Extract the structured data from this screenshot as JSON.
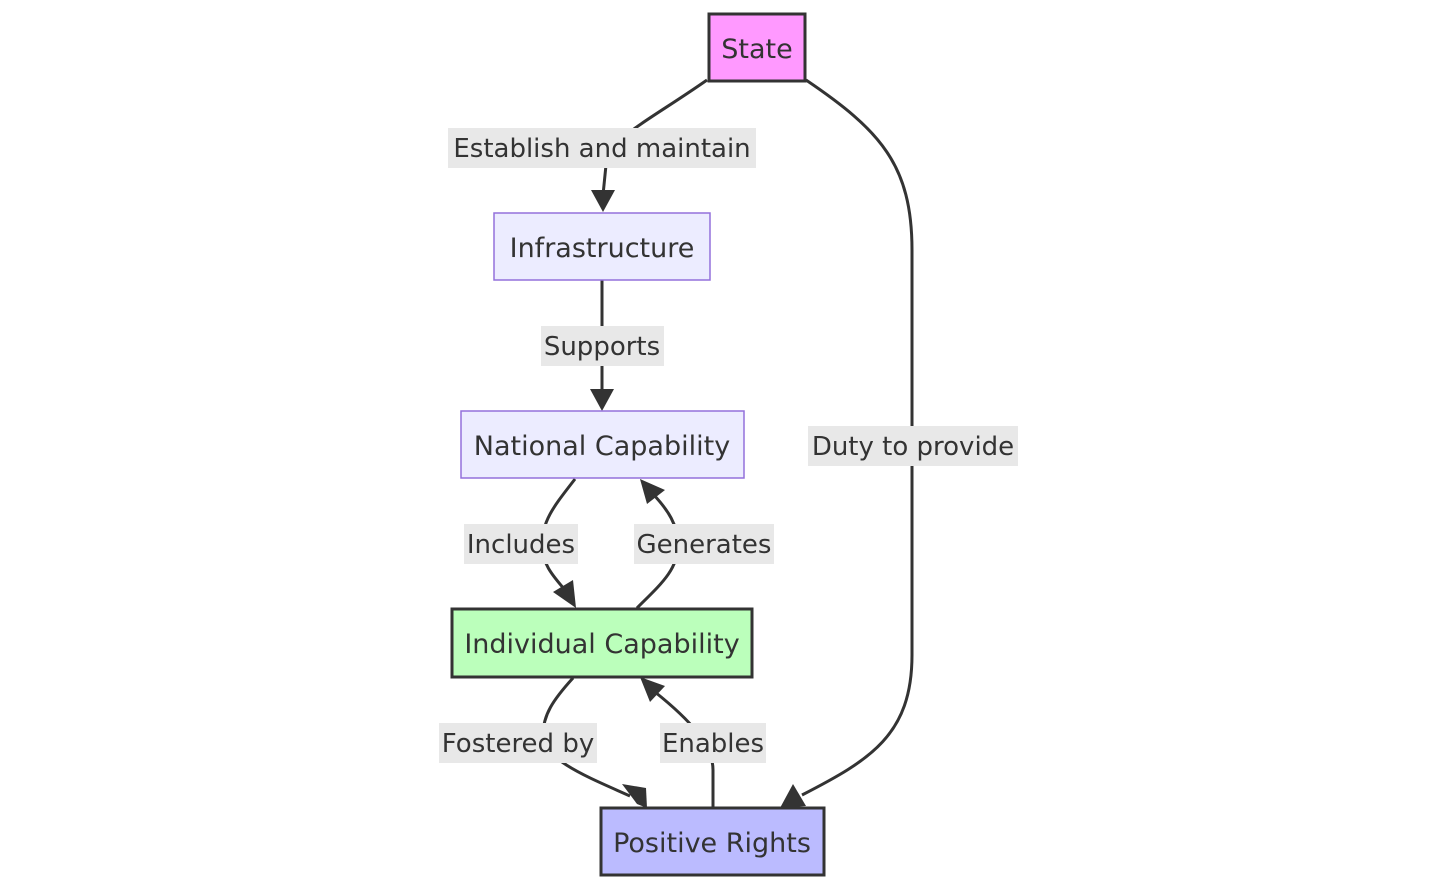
{
  "diagram": {
    "type": "flowchart",
    "nodes": {
      "state": {
        "label": "State",
        "fill": "#ff99ff",
        "stroke": "#333333"
      },
      "infrastructure": {
        "label": "Infrastructure",
        "fill": "#ececff",
        "stroke": "#9370db"
      },
      "national_capability": {
        "label": "National Capability",
        "fill": "#ececff",
        "stroke": "#9370db"
      },
      "individual_capability": {
        "label": "Individual Capability",
        "fill": "#bbffbb",
        "stroke": "#333333"
      },
      "positive_rights": {
        "label": "Positive Rights",
        "fill": "#bbbbff",
        "stroke": "#333333"
      }
    },
    "edges": {
      "state_to_infrastructure": {
        "from": "State",
        "to": "Infrastructure",
        "label": "Establish and maintain"
      },
      "state_to_positive_rights": {
        "from": "State",
        "to": "Positive Rights",
        "label": "Duty to provide"
      },
      "infrastructure_to_national": {
        "from": "Infrastructure",
        "to": "National Capability",
        "label": "Supports"
      },
      "national_to_individual": {
        "from": "National Capability",
        "to": "Individual Capability",
        "label": "Includes"
      },
      "individual_to_national": {
        "from": "Individual Capability",
        "to": "National Capability",
        "label": "Generates"
      },
      "individual_to_positive_rights": {
        "from": "Individual Capability",
        "to": "Positive Rights",
        "label": "Fostered by"
      },
      "positive_rights_to_individual": {
        "from": "Positive Rights",
        "to": "Individual Capability",
        "label": "Enables"
      }
    },
    "colors": {
      "edge": "#333333",
      "edge_label_background": "#e8e8e8",
      "text": "#333333"
    }
  }
}
